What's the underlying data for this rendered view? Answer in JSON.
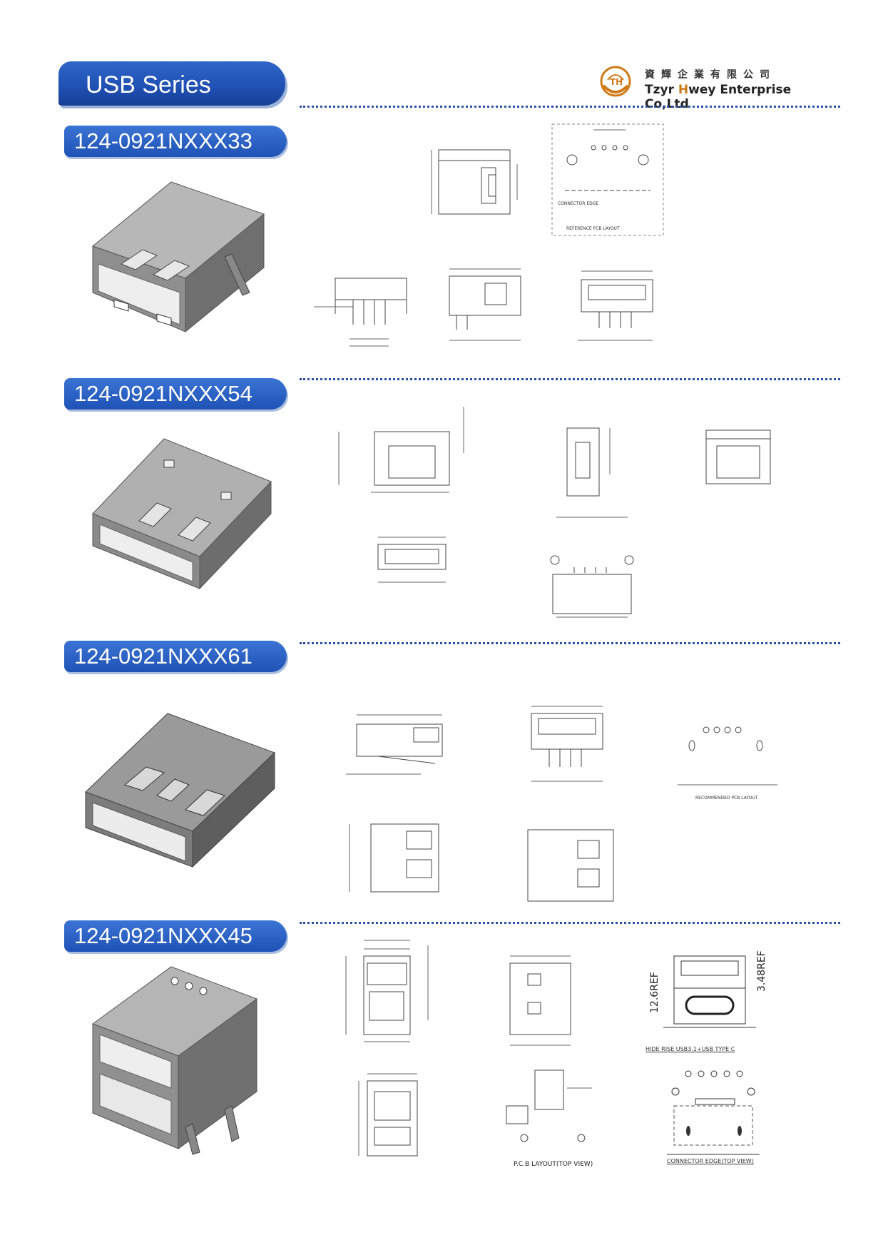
{
  "header": {
    "series_title": "USB Series",
    "company_zh": "資輝企業有限公司",
    "company_en_prefix": "Tzyr ",
    "company_en_h": "H",
    "company_en_suffix": "wey Enterprise Co,Ltd"
  },
  "colors": {
    "banner_blue": "#1f52b6",
    "divider_blue": "#2a4fa4",
    "logo_gold": "#d07a17"
  },
  "sections": [
    {
      "part_number": "124-0921NXXX33"
    },
    {
      "part_number": "124-0921NXXX54"
    },
    {
      "part_number": "124-0921NXXX61"
    },
    {
      "part_number": "124-0921NXXX45"
    }
  ],
  "captions": {
    "ref_pcb_layout": "REFERENCE PCB LAYOUT",
    "recommended_pcb_layout": "RECOMMENDED PCB LAYOUT",
    "pcb_layout_view": "P.C.B LAYOUT(TOP VIEW)",
    "connector_edge": "CONNECTOR EDGE",
    "connector_edge_top": "CONNECTOR EDGE(TOP VIEW)",
    "hide_rise": "HIDE RISE USB3.1+USB TYPE C",
    "ref_126": "12.6REF",
    "ref_348": "3.48REF"
  }
}
